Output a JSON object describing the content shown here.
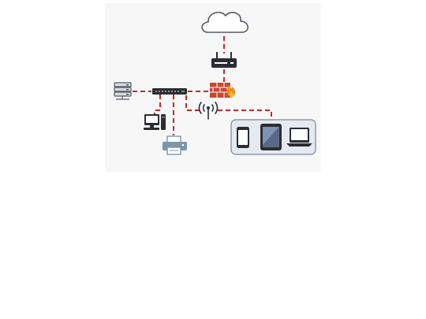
{
  "diagram": {
    "colors": {
      "panel_background": "#f7f7f8",
      "link": "#c62828",
      "device_group_fill": "#e6e9ef",
      "device_group_stroke": "#7c8596",
      "device_dark": "#2b2d33",
      "firewall_brick": "#c9492f",
      "flame": "#f28c1b",
      "printer": "#7c95ad"
    },
    "nodes": [
      {
        "id": "internet",
        "icon": "cloud-icon"
      },
      {
        "id": "router",
        "icon": "router-icon"
      },
      {
        "id": "firewall",
        "icon": "firewall-icon"
      },
      {
        "id": "switch",
        "icon": "network-switch-icon"
      },
      {
        "id": "server",
        "icon": "server-icon"
      },
      {
        "id": "workstation",
        "icon": "desktop-computer-icon"
      },
      {
        "id": "printer",
        "icon": "printer-icon"
      },
      {
        "id": "wireless-access-point",
        "icon": "wifi-antenna-icon"
      },
      {
        "id": "wireless-devices",
        "icon": "device-group",
        "members": [
          "smartphone-icon",
          "tablet-icon",
          "laptop-icon"
        ]
      }
    ],
    "links": [
      [
        "internet",
        "router"
      ],
      [
        "router",
        "firewall"
      ],
      [
        "firewall",
        "switch"
      ],
      [
        "switch",
        "server"
      ],
      [
        "switch",
        "workstation"
      ],
      [
        "switch",
        "printer"
      ],
      [
        "switch",
        "wireless-access-point"
      ],
      [
        "wireless-access-point",
        "wireless-devices"
      ]
    ]
  }
}
